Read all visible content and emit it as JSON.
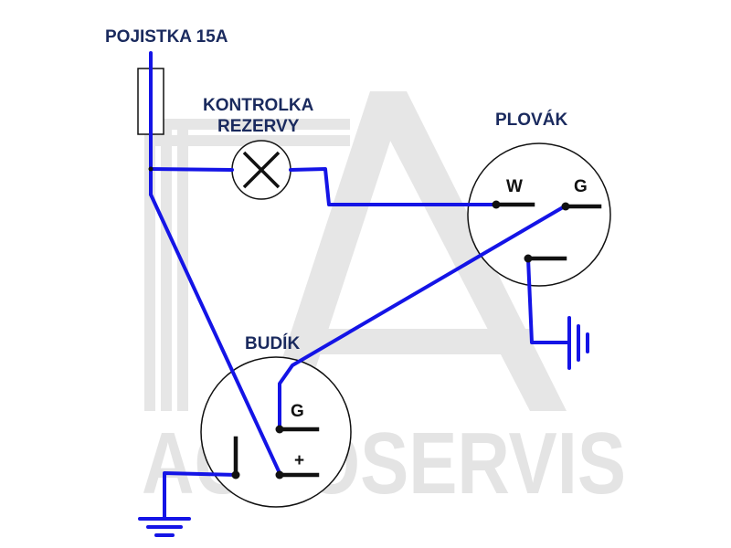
{
  "colors": {
    "wire": "#1414e6",
    "outline": "#111111",
    "label": "#1a2a5e",
    "watermark": "#e4e4e4"
  },
  "labels": {
    "fuse": "POJISTKA 15A",
    "lamp_line1": "KONTROLKA",
    "lamp_line2": "REZERVY",
    "float": "PLOVÁK",
    "gauge": "BUDÍK"
  },
  "float_terminals": {
    "w": "W",
    "g": "G"
  },
  "gauge_terminals": {
    "g": "G",
    "plus": "+"
  },
  "watermark": {
    "text": "AGROSERVIS"
  },
  "icons": [
    "fuse-icon",
    "lamp-icon",
    "ground-icon"
  ]
}
